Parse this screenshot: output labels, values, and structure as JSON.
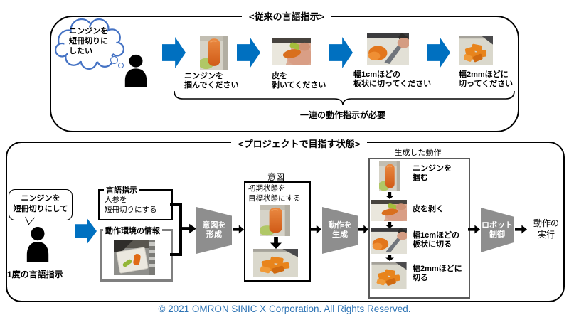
{
  "colors": {
    "arrow_blue": "#0070C0",
    "process_gray": "#8e8e8e",
    "cloud_outline_blue": "#4472C4",
    "footer_blue": "#2E74B5"
  },
  "icons": {
    "person": "person-silhouette-icon",
    "thought_bubble": "thought-cloud-icon",
    "speech_bubble": "speech-balloon-icon",
    "flow_arrow": "chevron-right-arrow-icon"
  },
  "top": {
    "title": "<従来の言語指示>",
    "thought": [
      "ニンジンを",
      "短冊切りに",
      "したい"
    ],
    "steps": [
      {
        "line1": "ニンジンを",
        "line2": "掴んでください"
      },
      {
        "line1": "皮を",
        "line2": "剥いてください"
      },
      {
        "line1": "幅1cmほどの",
        "line2": "板状に切ってください"
      },
      {
        "line1": "幅2mmほどに",
        "line2": "切ってください"
      }
    ],
    "note": "一連の動作指示が必要"
  },
  "bottom": {
    "title": "<プロジェクトで目指す状態>",
    "speech": [
      "ニンジンを",
      "短冊切りにして"
    ],
    "caption": "1度の言語指示",
    "lang_box": {
      "title": "言語指示",
      "line1": "人参を",
      "line2": "短冊切りにする"
    },
    "env_box": {
      "title": "動作環境の情報"
    },
    "intent_trap": [
      "意図を",
      "形成"
    ],
    "intent_box": {
      "label": "意図",
      "line1": "初期状態を",
      "line2": "目標状態にする"
    },
    "generate_trap": [
      "動作を",
      "生成"
    ],
    "gen_box": {
      "title": "生成した動作",
      "steps": [
        {
          "line1": "ニンジンを",
          "line2": "掴む"
        },
        {
          "line1": "皮を剥く",
          "line2": ""
        },
        {
          "line1": "幅1cmほどの",
          "line2": "板状に切る"
        },
        {
          "line1": "幅2mmほどに",
          "line2": "切る"
        }
      ]
    },
    "robot_trap": [
      "ロボット",
      "制御"
    ],
    "result": [
      "動作の",
      "実行"
    ]
  },
  "footer": {
    "text": "© 2021 OMRON SINIC X Corporation. All Rights Reserved."
  }
}
